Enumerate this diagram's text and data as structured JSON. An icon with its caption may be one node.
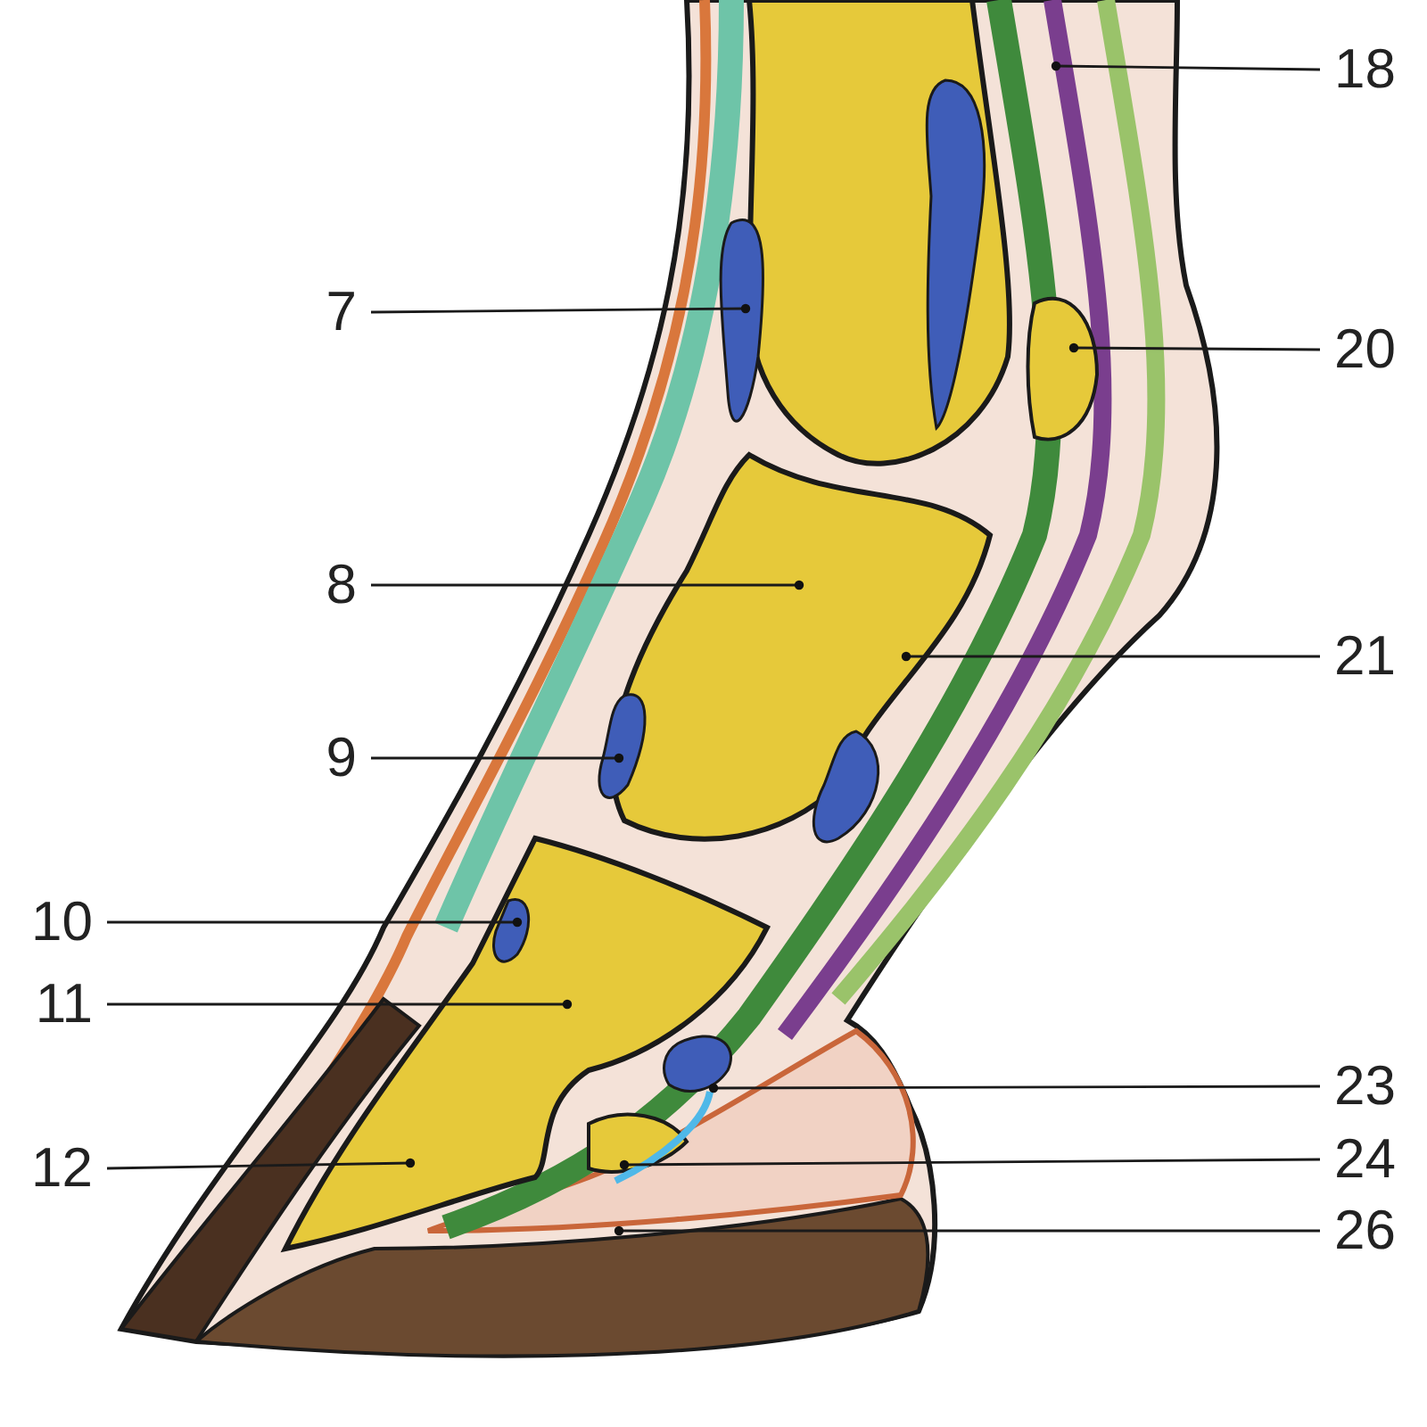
{
  "diagram": {
    "nodes": [
      {
        "text": [
          "18"
        ]
      },
      {
        "text": [
          "7"
        ]
      },
      {
        "text": [
          "20"
        ]
      },
      {
        "text": [
          "8"
        ]
      },
      {
        "text": [
          "21"
        ]
      },
      {
        "text": [
          "9"
        ]
      },
      {
        "text": [
          "10"
        ]
      },
      {
        "text": [
          "11"
        ]
      },
      {
        "text": [
          "23"
        ]
      },
      {
        "text": [
          "12"
        ]
      },
      {
        "text": [
          "24"
        ]
      },
      {
        "text": [
          "26"
        ]
      }
    ],
    "edges": [
      {
        "from": 0,
        "to": null,
        "arrow": "other"
      },
      {
        "from": 1,
        "to": null,
        "arrow": "other"
      },
      {
        "from": 2,
        "to": null,
        "arrow": "other"
      },
      {
        "from": 3,
        "to": null,
        "arrow": "other"
      },
      {
        "from": 4,
        "to": null,
        "arrow": "other"
      },
      {
        "from": 5,
        "to": null,
        "arrow": "other"
      },
      {
        "from": 6,
        "to": null,
        "arrow": "other"
      },
      {
        "from": 7,
        "to": null,
        "arrow": "other"
      },
      {
        "from": 8,
        "to": null,
        "arrow": "other"
      },
      {
        "from": 9,
        "to": null,
        "arrow": "other"
      },
      {
        "from": 10,
        "to": null,
        "arrow": "other"
      },
      {
        "from": 11,
        "to": null,
        "arrow": "other"
      }
    ]
  }
}
